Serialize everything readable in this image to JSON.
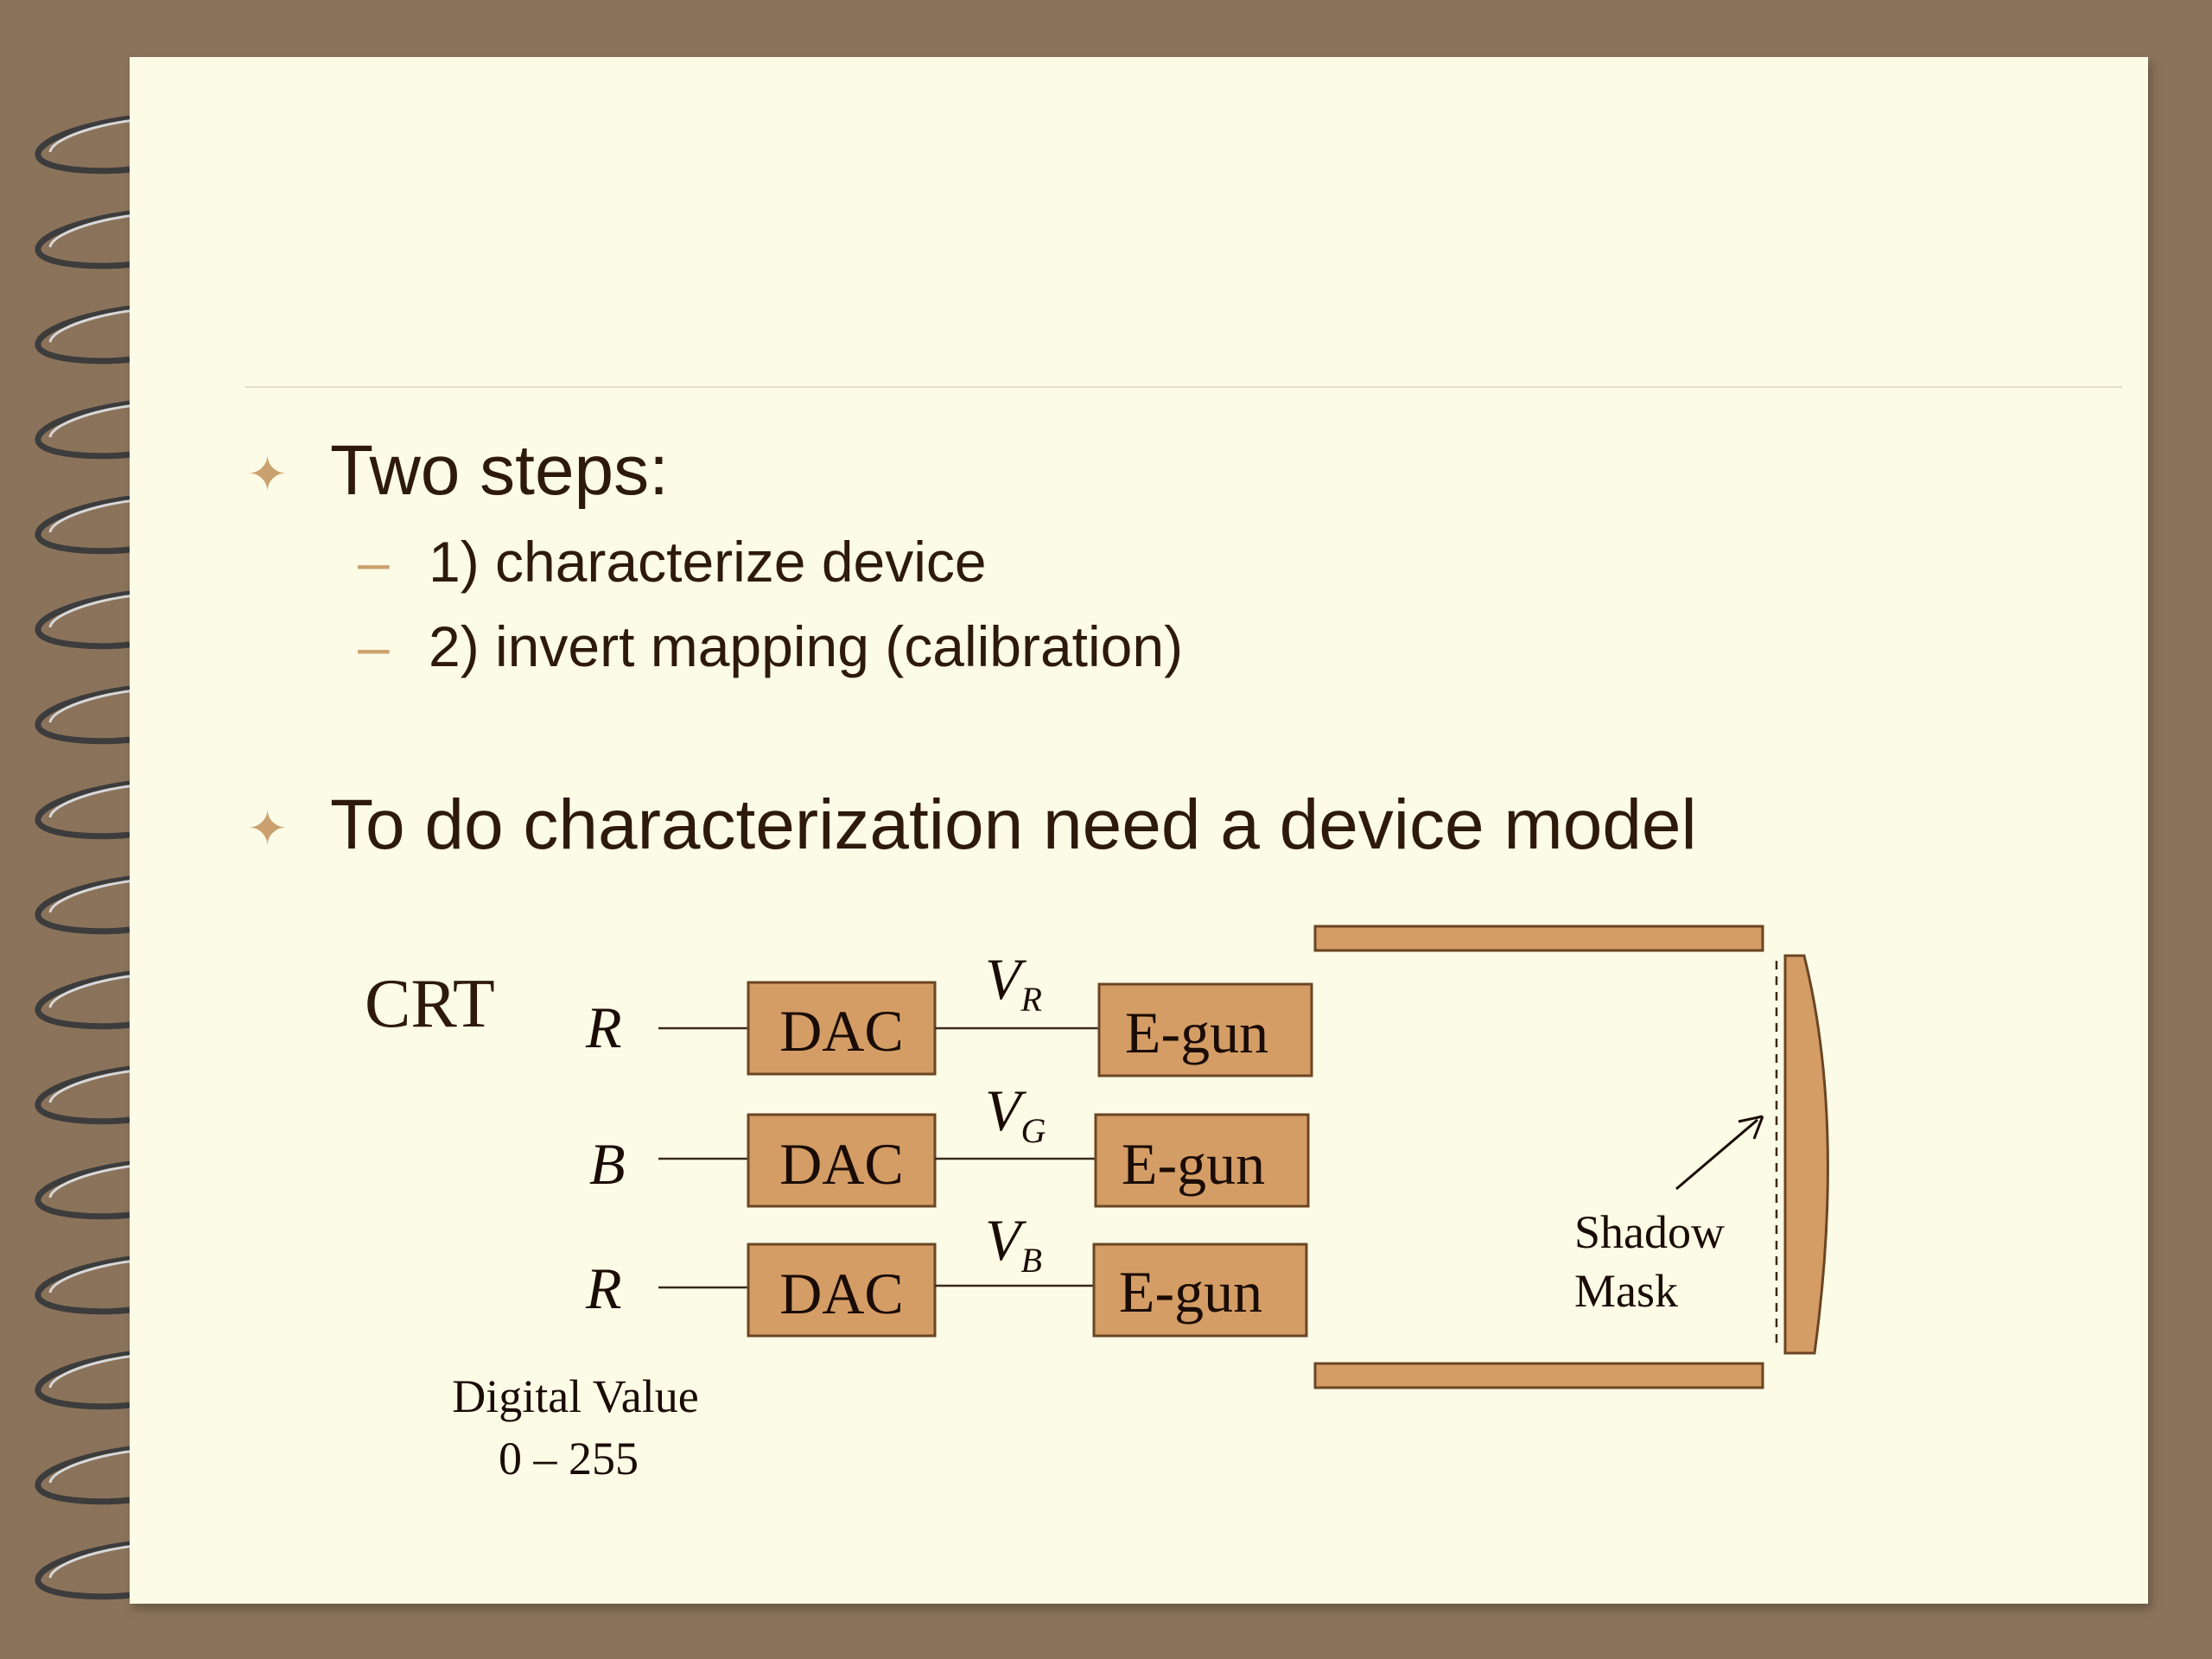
{
  "bullets": [
    {
      "text": "Two steps:",
      "sub": [
        "1) characterize device",
        "2) invert mapping (calibration)"
      ]
    },
    {
      "text": "To do characterization need a device model"
    }
  ],
  "diagram": {
    "crt_label": "CRT",
    "channels": [
      {
        "input": "R",
        "dac": "DAC",
        "voltage": "V",
        "voltage_sub": "R",
        "gun": "E-gun"
      },
      {
        "input": "B",
        "dac": "DAC",
        "voltage": "V",
        "voltage_sub": "G",
        "gun": "E-gun"
      },
      {
        "input": "R",
        "dac": "DAC",
        "voltage": "V",
        "voltage_sub": "B",
        "gun": "E-gun"
      }
    ],
    "digital_value": "Digital Value",
    "digital_range": "0 – 255",
    "shadow_mask": [
      "Shadow",
      "Mask"
    ]
  },
  "colors": {
    "box_fill": "#d49d66",
    "box_stroke": "#6b4523",
    "ink": "#1a0c04"
  }
}
